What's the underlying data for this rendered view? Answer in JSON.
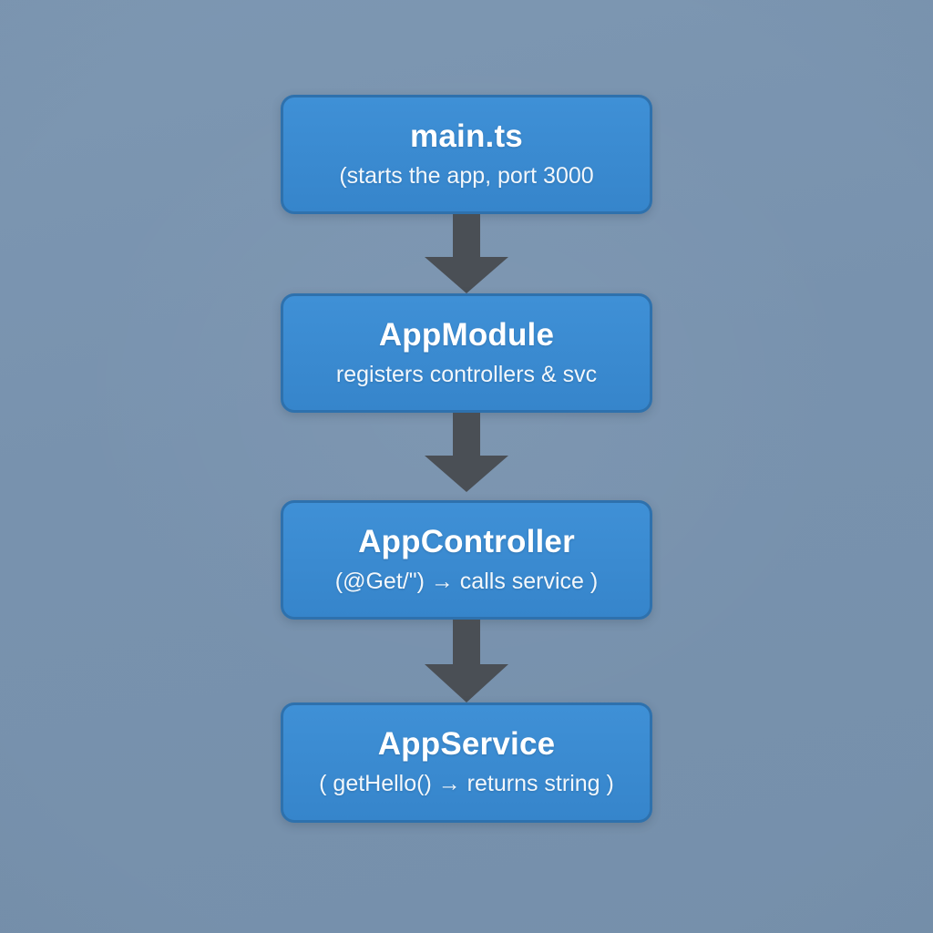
{
  "diagram": {
    "type": "flowchart",
    "orientation": "vertical-top-down",
    "background_color": "#7a94b0",
    "node_fill_color": "#3b8dd4",
    "node_border_color": "#2e71ad",
    "node_text_color": "#ffffff",
    "arrow_color": "#4a4f55",
    "nodes": [
      {
        "id": "main-ts",
        "title": "main.ts",
        "subtitle": "(starts the app, port 3000"
      },
      {
        "id": "app-module",
        "title": "AppModule",
        "subtitle": "registers controllers & svc"
      },
      {
        "id": "app-controller",
        "title": "AppController",
        "subtitle": "(@Get/\") → calls service )"
      },
      {
        "id": "app-service",
        "title": "AppService",
        "subtitle": "( getHello() → returns string )"
      }
    ],
    "connectors": [
      {
        "id": "main-to-module",
        "from": "main-ts",
        "to": "app-module",
        "shape": "block-arrow-down"
      },
      {
        "id": "module-to-controller",
        "from": "app-module",
        "to": "app-controller",
        "shape": "block-arrow-down"
      },
      {
        "id": "controller-to-service",
        "from": "app-controller",
        "to": "app-service",
        "shape": "block-arrow-down"
      }
    ]
  }
}
